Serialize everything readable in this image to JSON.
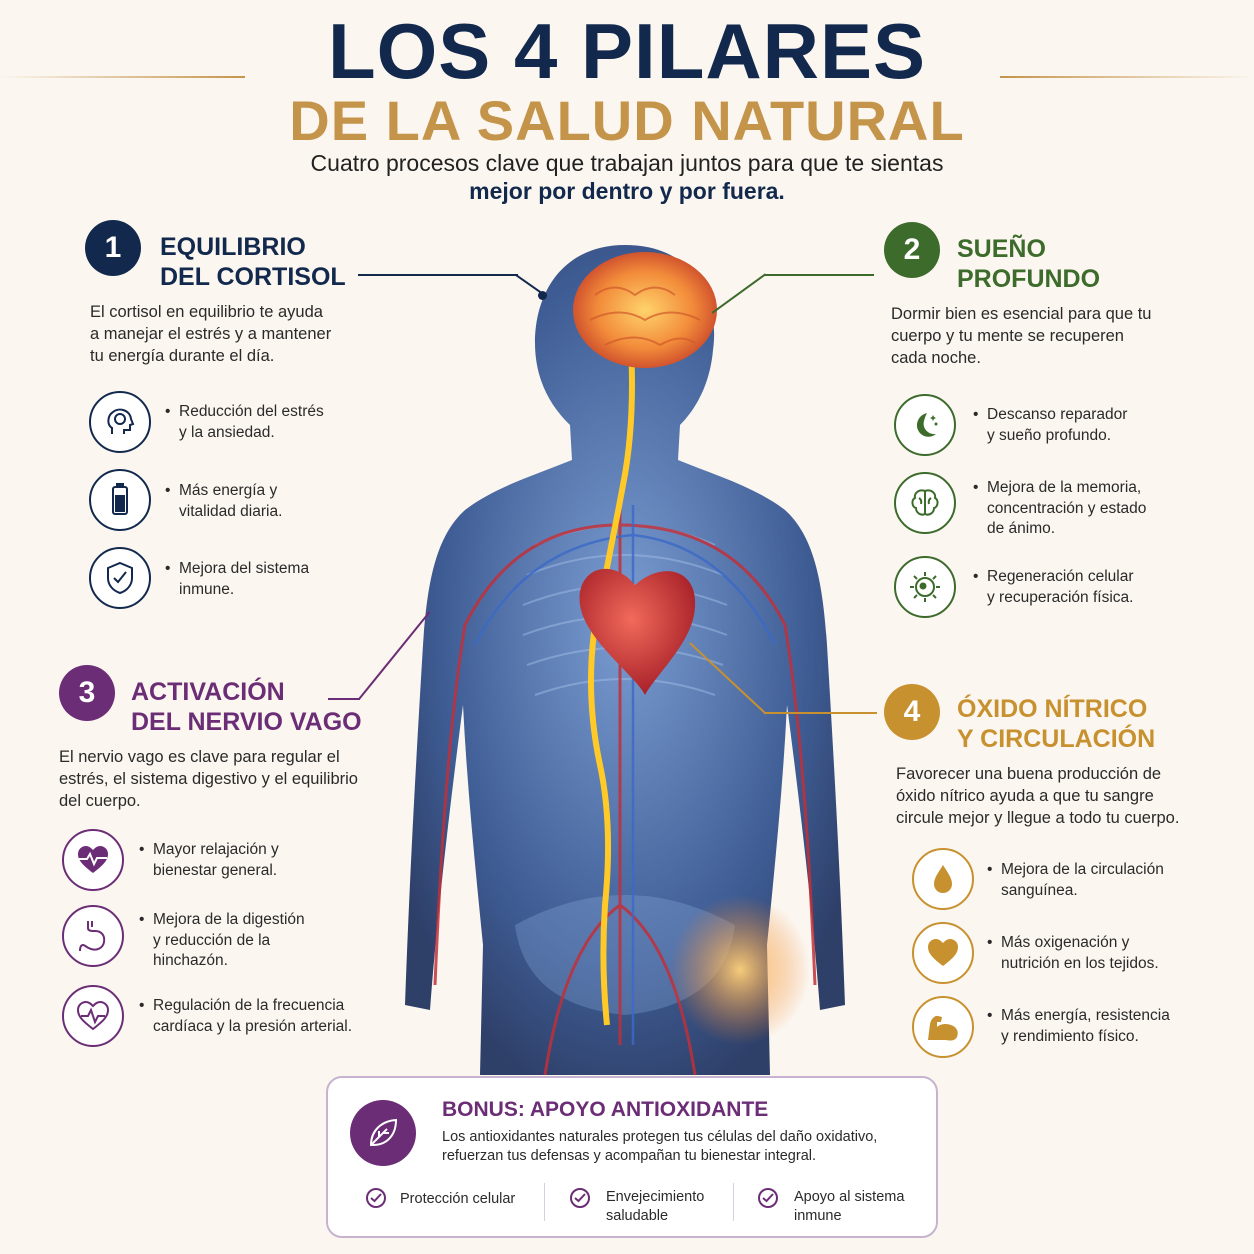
{
  "header": {
    "title_line1": "LOS 4 PILARES",
    "title_line2": "DE LA SALUD NATURAL",
    "subtitle_line1": "Cuatro procesos clave que trabajan juntos para que te sientas",
    "subtitle_line2": "mejor por dentro y por fuera."
  },
  "pillars": [
    {
      "number": "1",
      "title_line1": "EQUILIBRIO",
      "title_line2": "DEL CORTISOL",
      "color": "#12294d",
      "desc": [
        "El cortisol en equilibrio te ayuda",
        "a manejar el estrés y a mantener",
        "tu energía durante el día."
      ],
      "benefits": [
        {
          "icon": "brain-head-icon",
          "lines": [
            "Reducción del estrés",
            "y la ansiedad."
          ]
        },
        {
          "icon": "battery-icon",
          "lines": [
            "Más energía y",
            "vitalidad diaria."
          ]
        },
        {
          "icon": "shield-icon",
          "lines": [
            "Mejora del sistema",
            "inmune."
          ]
        }
      ]
    },
    {
      "number": "2",
      "title_line1": "SUEÑO",
      "title_line2": "PROFUNDO",
      "color": "#3d6b2c",
      "desc": [
        "Dormir bien es esencial para que tu",
        "cuerpo y tu mente se recuperen",
        "cada noche."
      ],
      "benefits": [
        {
          "icon": "moon-stars-icon",
          "lines": [
            "Descanso reparador",
            "y sueño profundo."
          ]
        },
        {
          "icon": "brain-icon",
          "lines": [
            "Mejora de la memoria,",
            "concentración y estado",
            "de ánimo."
          ]
        },
        {
          "icon": "cell-regeneration-icon",
          "lines": [
            "Regeneración celular",
            "y recuperación física."
          ]
        }
      ]
    },
    {
      "number": "3",
      "title_line1": "ACTIVACIÓN",
      "title_line2": "DEL NERVIO VAGO",
      "color": "#6b2d75",
      "desc": [
        "El nervio vago es clave para regular el",
        "estrés, el sistema digestivo y el equilibrio",
        "del cuerpo."
      ],
      "benefits": [
        {
          "icon": "heart-pulse-icon",
          "lines": [
            "Mayor relajación y",
            "bienestar general."
          ]
        },
        {
          "icon": "stomach-icon",
          "lines": [
            "Mejora de la digestión",
            "y reducción de la",
            "hinchazón."
          ]
        },
        {
          "icon": "heart-rate-icon",
          "lines": [
            "Regulación de la frecuencia",
            "cardíaca y la presión arterial."
          ]
        }
      ]
    },
    {
      "number": "4",
      "title_line1": "ÓXIDO NÍTRICO",
      "title_line2": "Y CIRCULACIÓN",
      "color": "#c8912f",
      "desc": [
        "Favorecer una buena producción de",
        "óxido nítrico ayuda a que tu sangre",
        "circule mejor y llegue a todo tu cuerpo."
      ],
      "benefits": [
        {
          "icon": "blood-drop-icon",
          "lines": [
            "Mejora de la circulación",
            "sanguínea."
          ]
        },
        {
          "icon": "heart-icon",
          "lines": [
            "Más oxigenación y",
            "nutrición en los tejidos."
          ]
        },
        {
          "icon": "muscle-arm-icon",
          "lines": [
            "Más energía, resistencia",
            "y rendimiento físico."
          ]
        }
      ]
    }
  ],
  "bonus": {
    "title": "BONUS: APOYO ANTIOXIDANTE",
    "desc_line1": "Los antioxidantes naturales protegen tus células del daño oxidativo,",
    "desc_line2": "refuerzan tus defensas y acompañan tu bienestar integral.",
    "icon": "leaf-icon",
    "items": [
      {
        "lines": [
          "Protección celular"
        ]
      },
      {
        "lines": [
          "Envejecimiento",
          "saludable"
        ]
      },
      {
        "lines": [
          "Apoyo al sistema",
          "inmune"
        ]
      }
    ]
  },
  "colors": {
    "navy": "#12294d",
    "gold": "#c4944a",
    "green": "#3d6b2c",
    "purple": "#6b2d75",
    "amber": "#c8912f",
    "background": "#fbf6ef"
  }
}
